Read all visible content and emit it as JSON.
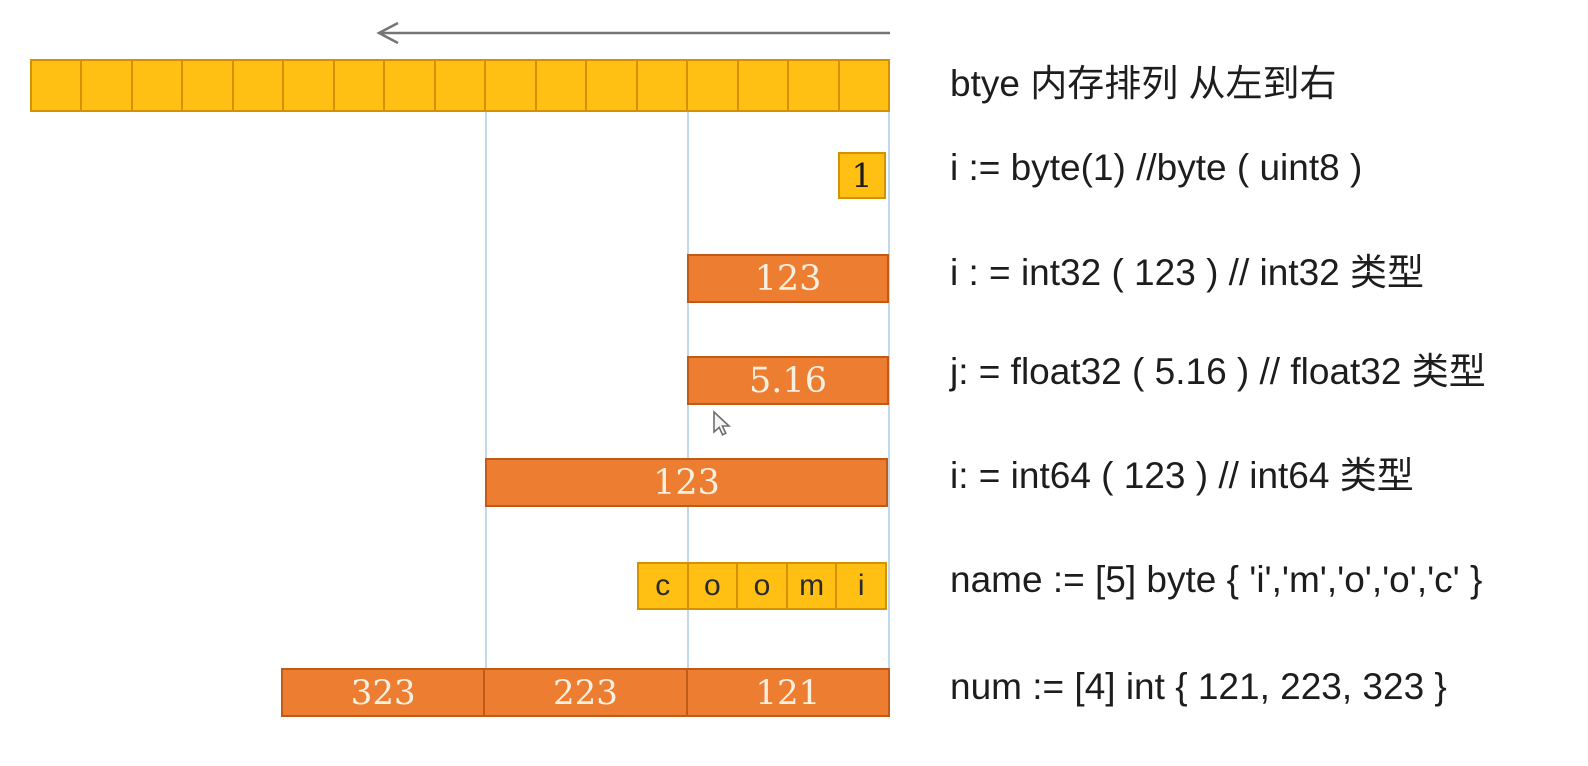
{
  "annotations": [
    "btye 内存排列 从左到右",
    "i := byte(1)  //byte ( uint8 )",
    "i : = int32 ( 123 )   // int32 类型",
    "j: = float32 ( 5.16 ) // float32 类型",
    "i: = int64 ( 123 )  // int64 类型",
    "name := [5] byte { 'i','m','o','o','c' }",
    "num := [4] int { 121, 223, 323 }"
  ],
  "diagram": {
    "memory_strip": {
      "cell_count": 17
    },
    "byte_cell": {
      "label": "1"
    },
    "int32_bar": {
      "label": "123"
    },
    "float32_bar": {
      "label": "5.16"
    },
    "int64_bar": {
      "label": "123"
    },
    "name_array": {
      "cells": [
        "c",
        "o",
        "o",
        "m",
        "i"
      ]
    },
    "num_array": {
      "cells": [
        "323",
        "223",
        "121"
      ]
    }
  },
  "colors": {
    "yellow_fill": "#FFC013",
    "yellow_border": "#D49200",
    "orange_fill": "#ED7D31",
    "orange_border": "#C05A15",
    "bar_text": "#F7EFDF",
    "guide_line": "#BFD8EC",
    "arrow": "#757575",
    "text": "#1D1D1D",
    "background": "#FFFFFF"
  }
}
